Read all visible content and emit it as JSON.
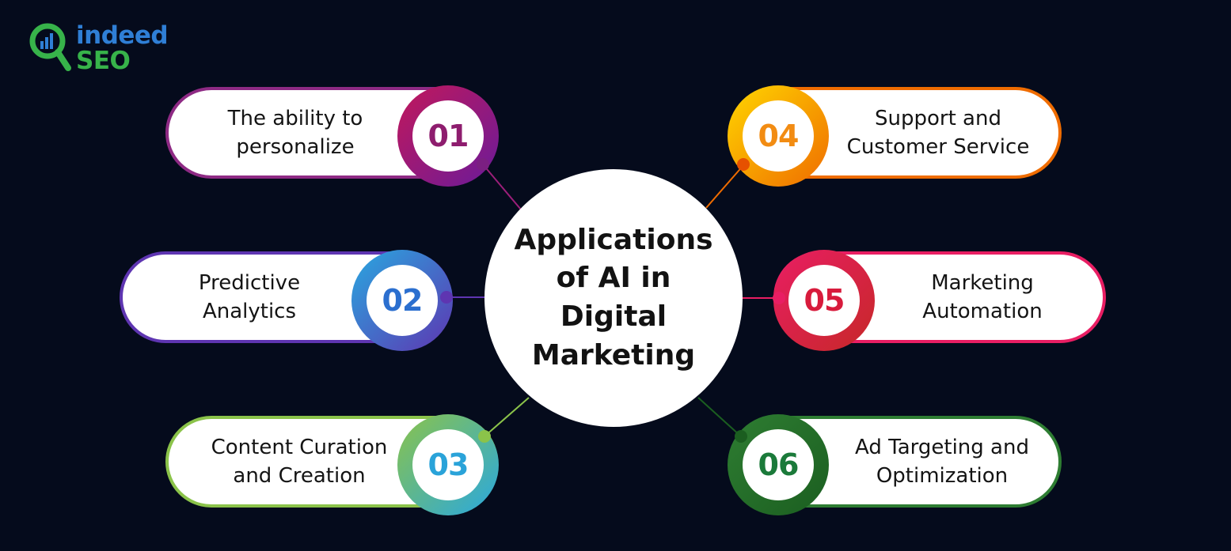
{
  "logo": {
    "brand_top": "indeed",
    "brand_bottom": "SEO",
    "icon": "magnifier-chart-icon",
    "colors": {
      "top": "#2f7fd6",
      "bottom": "#37b34a"
    }
  },
  "center": {
    "title": "Applications\nof AI in\nDigital\nMarketing"
  },
  "items": [
    {
      "number": "01",
      "label": "The ability to\npersonalize",
      "color": "#9c1f7a",
      "gradient": [
        "#c2185b",
        "#6a1b9a"
      ]
    },
    {
      "number": "02",
      "label": "Predictive\nAnalytics",
      "color": "#2b6fcf",
      "gradient": [
        "#29a8e0",
        "#5e35b1"
      ]
    },
    {
      "number": "03",
      "label": "Content Curation\nand Creation",
      "color": "#2aa3d9",
      "gradient": [
        "#8bc34a",
        "#29a8e0"
      ]
    },
    {
      "number": "04",
      "label": "Support and\nCustomer Service",
      "color": "#f28c13",
      "gradient": [
        "#ffd600",
        "#ef6c00"
      ]
    },
    {
      "number": "05",
      "label": "Marketing\nAutomation",
      "color": "#d81b3c",
      "gradient": [
        "#e91e63",
        "#c62828"
      ]
    },
    {
      "number": "06",
      "label": "Ad Targeting and\nOptimization",
      "color": "#1b7a3a",
      "gradient": [
        "#2e7d32",
        "#1b5e20"
      ]
    }
  ]
}
